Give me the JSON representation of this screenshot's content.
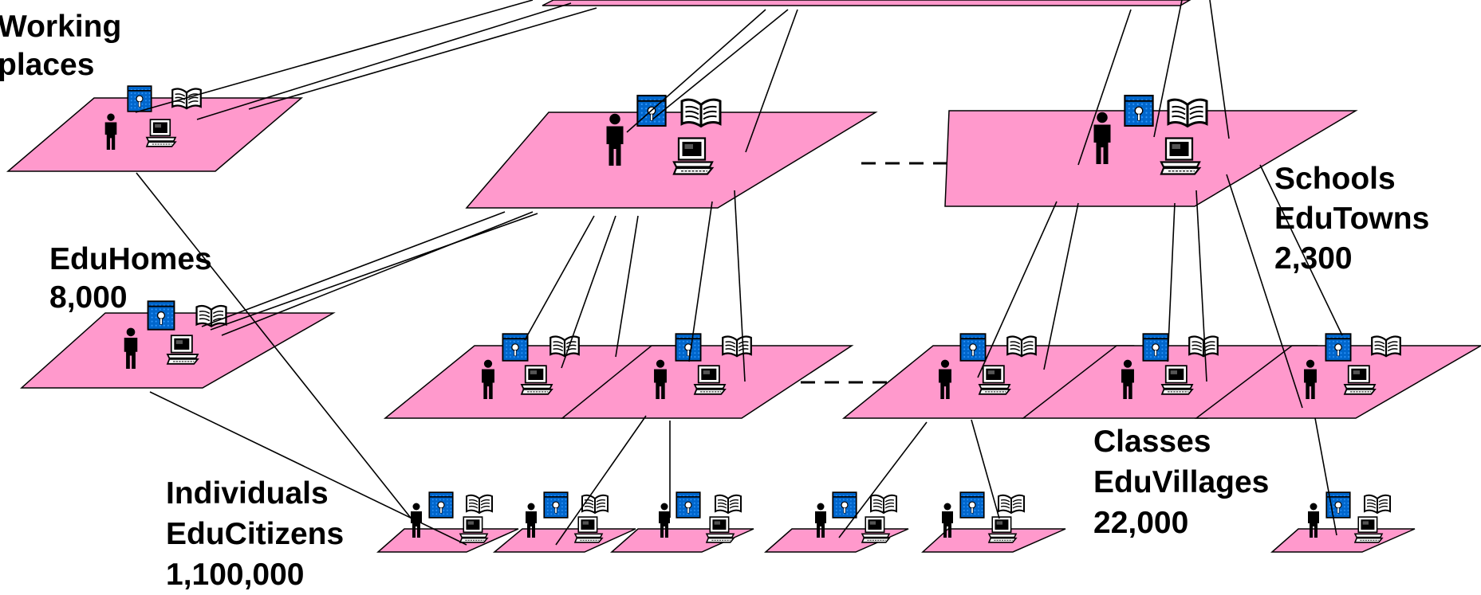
{
  "labels": {
    "working": [
      "Working",
      "places"
    ],
    "eduhomes": [
      "EduHomes",
      "8,000"
    ],
    "schools": [
      "Schools",
      "EduTowns",
      "2,300"
    ],
    "classes": [
      "Classes",
      "EduVillages",
      "22,000"
    ],
    "individuals": [
      "Individuals",
      "EduCitizens",
      "1,100,000"
    ]
  },
  "colors": {
    "plane_fill": "#ff99cc",
    "plane_stroke": "#000000",
    "link_stroke": "#000000",
    "book_tile": "#0066cc"
  },
  "icons": [
    "person-icon",
    "book-tile-icon",
    "open-book-icon",
    "computer-icon"
  ]
}
